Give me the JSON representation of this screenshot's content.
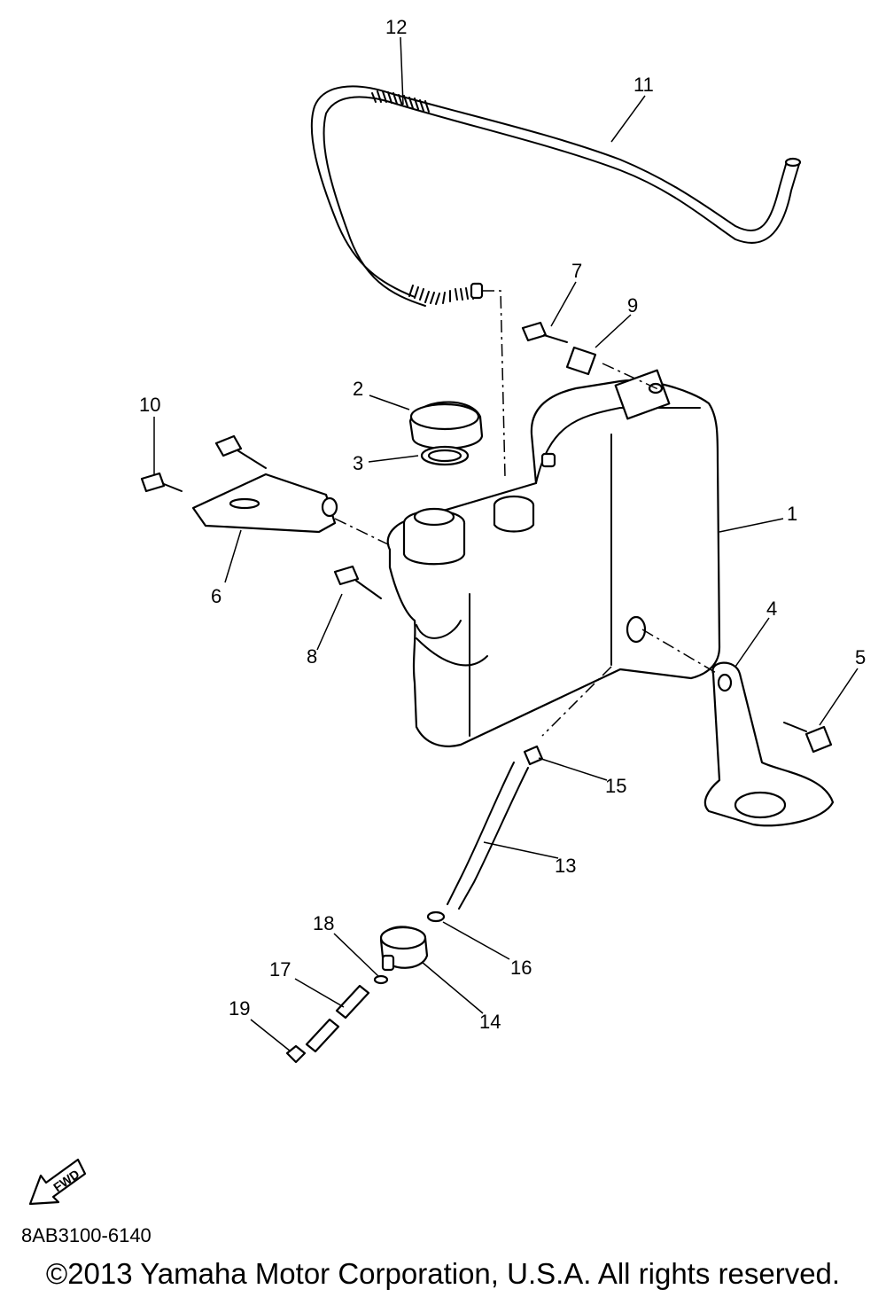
{
  "diagram": {
    "callouts": [
      "1",
      "2",
      "3",
      "4",
      "5",
      "6",
      "7",
      "8",
      "9",
      "10",
      "11",
      "12",
      "13",
      "14",
      "15",
      "16",
      "17",
      "18",
      "19"
    ],
    "fwd_label": "FWD"
  },
  "footer": {
    "part_code": "8AB3100-6140",
    "copyright": "©2013 Yamaha Motor Corporation, U.S.A. All rights reserved."
  }
}
